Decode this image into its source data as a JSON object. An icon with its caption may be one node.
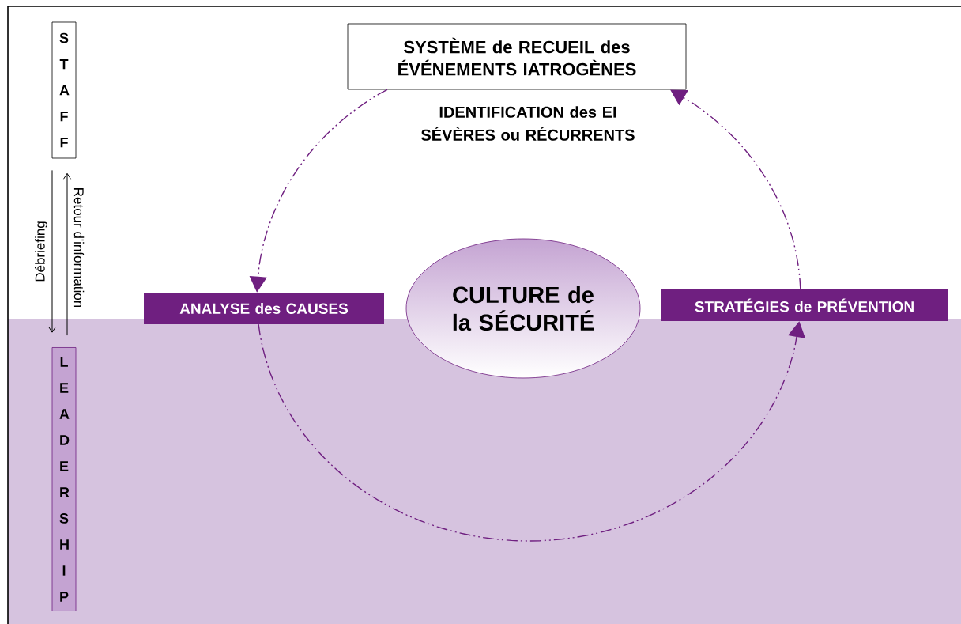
{
  "diagram": {
    "nodes": [
      {
        "text": [
          "S T A F F"
        ]
      },
      {
        "text": [
          "L E A D E R S H I P"
        ]
      },
      {
        "text": [
          "SYSTÈME de RECUEIL des ÉVÉNEMENTS IATROGÈNES"
        ]
      },
      {
        "text": [
          "ANALYSE des CAUSES"
        ]
      },
      {
        "text": [
          "CULTURE de la SÉCURITÉ"
        ]
      },
      {
        "text": [
          "STRATÉGIES de PRÉVENTION"
        ]
      }
    ],
    "edges": [
      {
        "from": 0,
        "to": 1,
        "arrow": "to",
        "label": "Débriefing",
        "color": "#000000"
      },
      {
        "from": 1,
        "to": 0,
        "arrow": "to",
        "label": "Retour d'information",
        "color": "#000000"
      },
      {
        "from": 2,
        "to": 3,
        "arrow": "to",
        "style": "dashed",
        "color": "#6f1f80"
      },
      {
        "from": 3,
        "to": 5,
        "arrow": "to",
        "style": "dashed",
        "color": "#6f1f80"
      },
      {
        "from": 5,
        "to": 2,
        "arrow": "to",
        "style": "dashed",
        "color": "#6f1f80"
      }
    ],
    "labels": [
      "IDENTIFICATION des EI SÉVÈRES ou RÉCURRENTS"
    ]
  }
}
